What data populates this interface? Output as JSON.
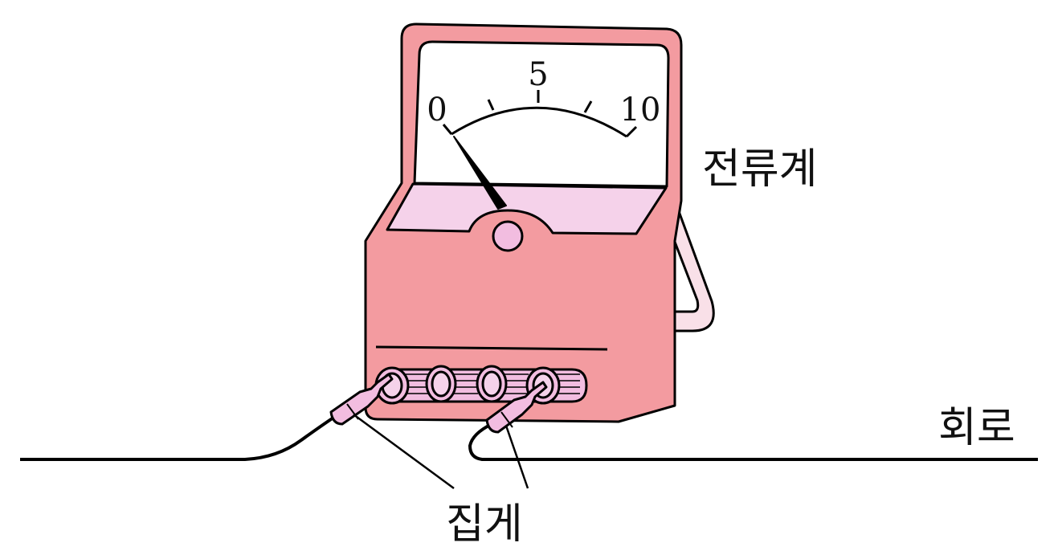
{
  "labels": {
    "galvanometer": "전류계",
    "circuit": "회로",
    "clip": "집게"
  },
  "scale": {
    "min": "0",
    "mid": "5",
    "max": "10"
  },
  "needle": {
    "reading": 0
  },
  "colors": {
    "body": "#f39ba0",
    "panel": "#f5d2ea",
    "face": "#ffffff",
    "knob": "#f2bde0",
    "stroke": "#000000"
  }
}
